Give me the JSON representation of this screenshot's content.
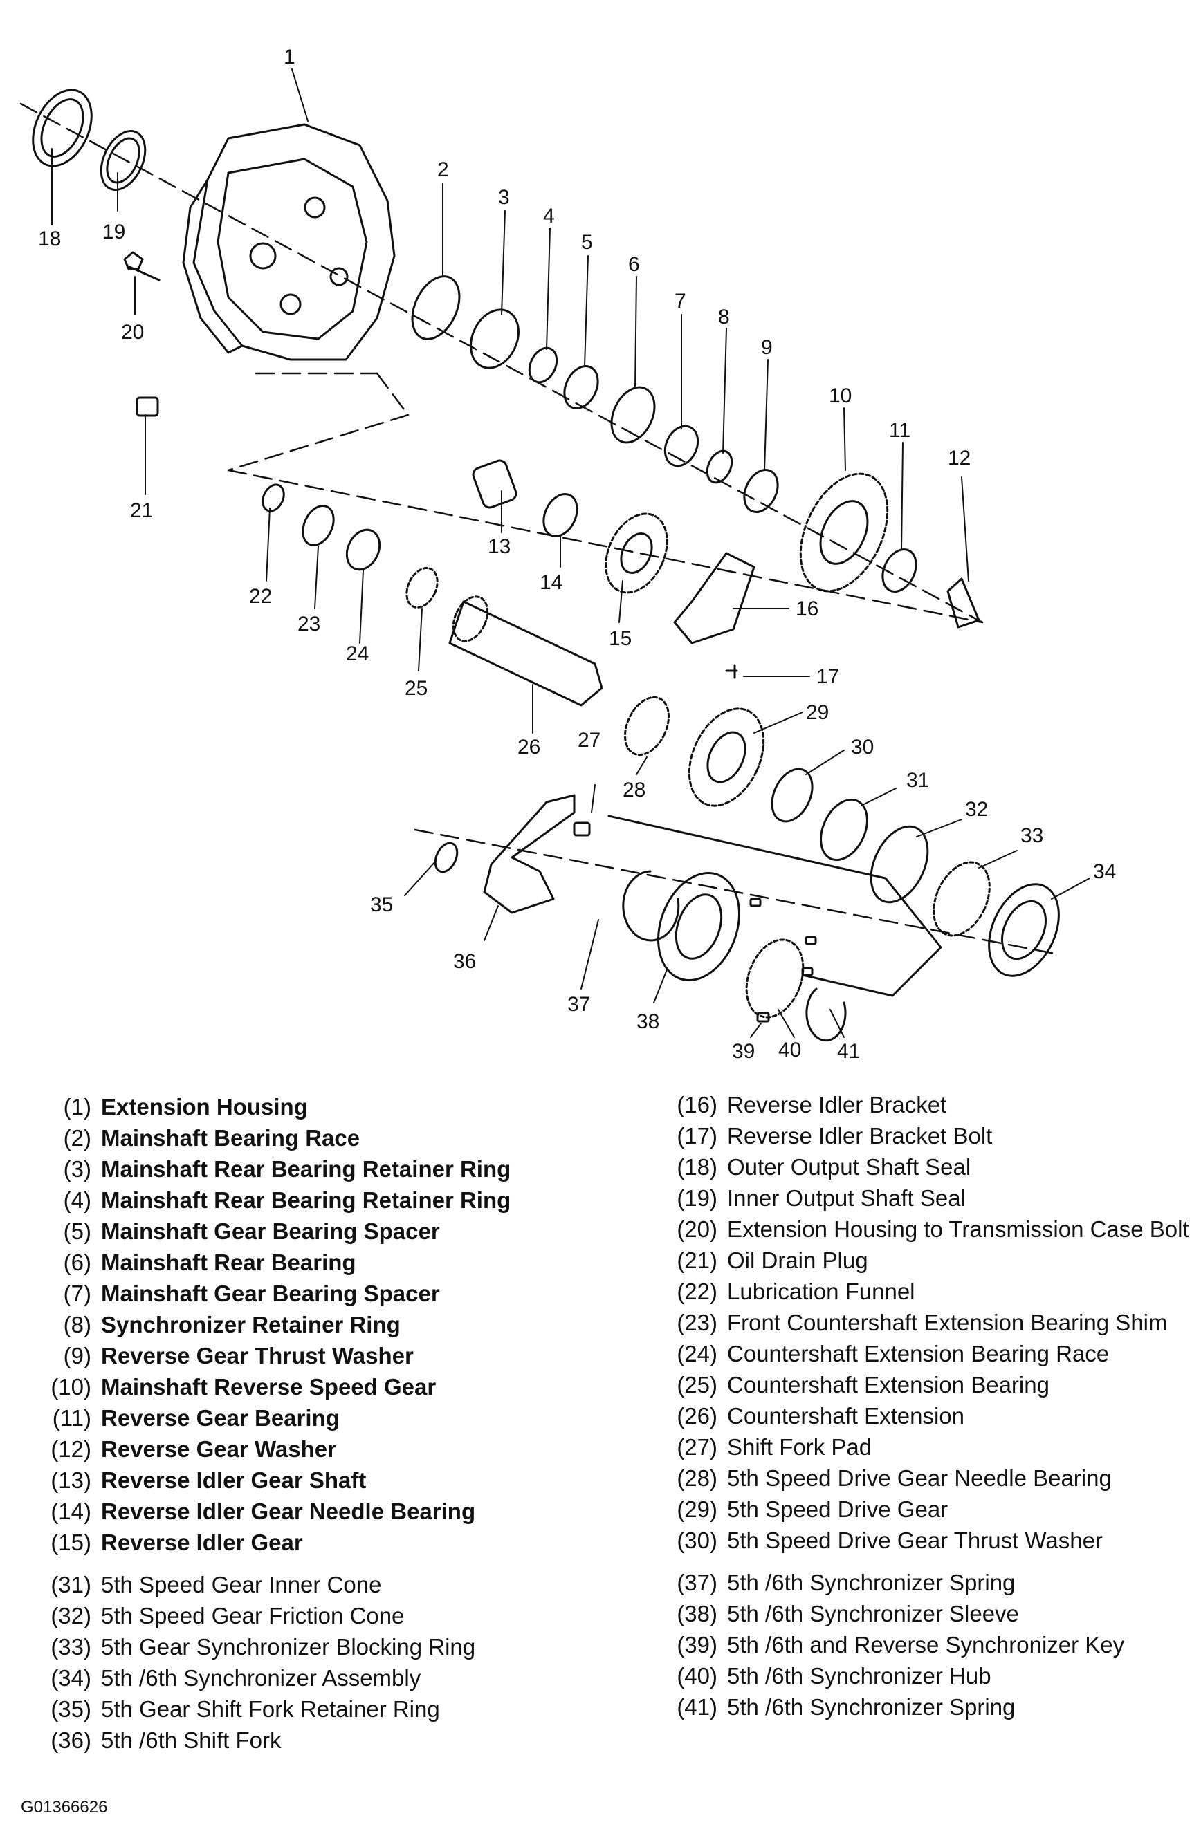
{
  "callouts": [
    "1",
    "2",
    "3",
    "4",
    "5",
    "6",
    "7",
    "8",
    "9",
    "10",
    "11",
    "12",
    "13",
    "14",
    "15",
    "16",
    "17",
    "18",
    "19",
    "20",
    "21",
    "22",
    "23",
    "24",
    "25",
    "26",
    "27",
    "28",
    "29",
    "30",
    "31",
    "32",
    "33",
    "34",
    "35",
    "36",
    "37",
    "38",
    "39",
    "40",
    "41"
  ],
  "legend_left": [
    {
      "num": "(1)",
      "text": "Extension Housing"
    },
    {
      "num": "(2)",
      "text": "Mainshaft Bearing Race"
    },
    {
      "num": "(3)",
      "text": "Mainshaft Rear Bearing Retainer Ring"
    },
    {
      "num": "(4)",
      "text": "Mainshaft Rear Bearing Retainer Ring"
    },
    {
      "num": "(5)",
      "text": "Mainshaft Gear Bearing Spacer"
    },
    {
      "num": "(6)",
      "text": "Mainshaft Rear Bearing"
    },
    {
      "num": "(7)",
      "text": "Mainshaft Gear Bearing Spacer"
    },
    {
      "num": "(8)",
      "text": "Synchronizer Retainer Ring"
    },
    {
      "num": "(9)",
      "text": "Reverse Gear Thrust Washer"
    },
    {
      "num": "(10)",
      "text": "Mainshaft Reverse Speed Gear"
    },
    {
      "num": "(11)",
      "text": "Reverse Gear Bearing"
    },
    {
      "num": "(12)",
      "text": "Reverse Gear Washer"
    },
    {
      "num": "(13)",
      "text": "Reverse Idler Gear Shaft"
    },
    {
      "num": "(14)",
      "text": "Reverse Idler Gear Needle Bearing"
    },
    {
      "num": "(15)",
      "text": "Reverse Idler Gear"
    },
    {
      "num": "(31)",
      "text": "5th Speed Gear Inner Cone"
    },
    {
      "num": "(32)",
      "text": "5th Speed Gear Friction Cone"
    },
    {
      "num": "(33)",
      "text": "5th Gear Synchronizer Blocking Ring"
    },
    {
      "num": "(34)",
      "text": "5th /6th Synchronizer Assembly"
    },
    {
      "num": "(35)",
      "text": "5th Gear Shift Fork Retainer Ring"
    },
    {
      "num": "(36)",
      "text": "5th /6th Shift Fork"
    }
  ],
  "legend_right": [
    {
      "num": "(16)",
      "text": "Reverse Idler Bracket"
    },
    {
      "num": "(17)",
      "text": "Reverse Idler Bracket Bolt"
    },
    {
      "num": "(18)",
      "text": "Outer Output Shaft Seal"
    },
    {
      "num": "(19)",
      "text": "Inner Output Shaft Seal"
    },
    {
      "num": "(20)",
      "text": "Extension Housing to Transmission Case Bolt"
    },
    {
      "num": "(21)",
      "text": "Oil Drain Plug"
    },
    {
      "num": "(22)",
      "text": "Lubrication Funnel"
    },
    {
      "num": "(23)",
      "text": "Front Countershaft Extension Bearing Shim"
    },
    {
      "num": "(24)",
      "text": "Countershaft Extension Bearing Race"
    },
    {
      "num": "(25)",
      "text": "Countershaft Extension Bearing"
    },
    {
      "num": "(26)",
      "text": "Countershaft Extension"
    },
    {
      "num": "(27)",
      "text": "Shift Fork Pad"
    },
    {
      "num": "(28)",
      "text": "5th Speed Drive Gear Needle Bearing"
    },
    {
      "num": "(29)",
      "text": "5th Speed Drive Gear"
    },
    {
      "num": "(30)",
      "text": "5th Speed Drive Gear Thrust Washer"
    },
    {
      "num": "(37)",
      "text": "5th /6th Synchronizer Spring"
    },
    {
      "num": "(38)",
      "text": "5th /6th Synchronizer Sleeve"
    },
    {
      "num": "(39)",
      "text": "5th /6th and Reverse Synchronizer Key"
    },
    {
      "num": "(40)",
      "text": "5th /6th Synchronizer Hub"
    },
    {
      "num": "(41)",
      "text": "5th /6th Synchronizer Spring"
    }
  ],
  "figure_id": "G01366626"
}
